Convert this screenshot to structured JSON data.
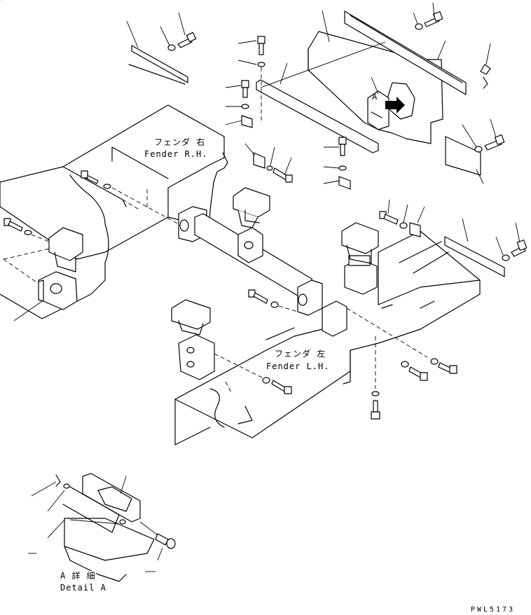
{
  "labels": {
    "fender_rh_jp": "フェンダ 右",
    "fender_rh_en": "Fender R.H.",
    "fender_lh_jp": "フェンダ 左",
    "fender_lh_en": "Fender L.H.",
    "detail_jp": "A 詳 細",
    "detail_en": "Detail A",
    "callout_a": "A",
    "drawing_code": "PWL5173"
  }
}
